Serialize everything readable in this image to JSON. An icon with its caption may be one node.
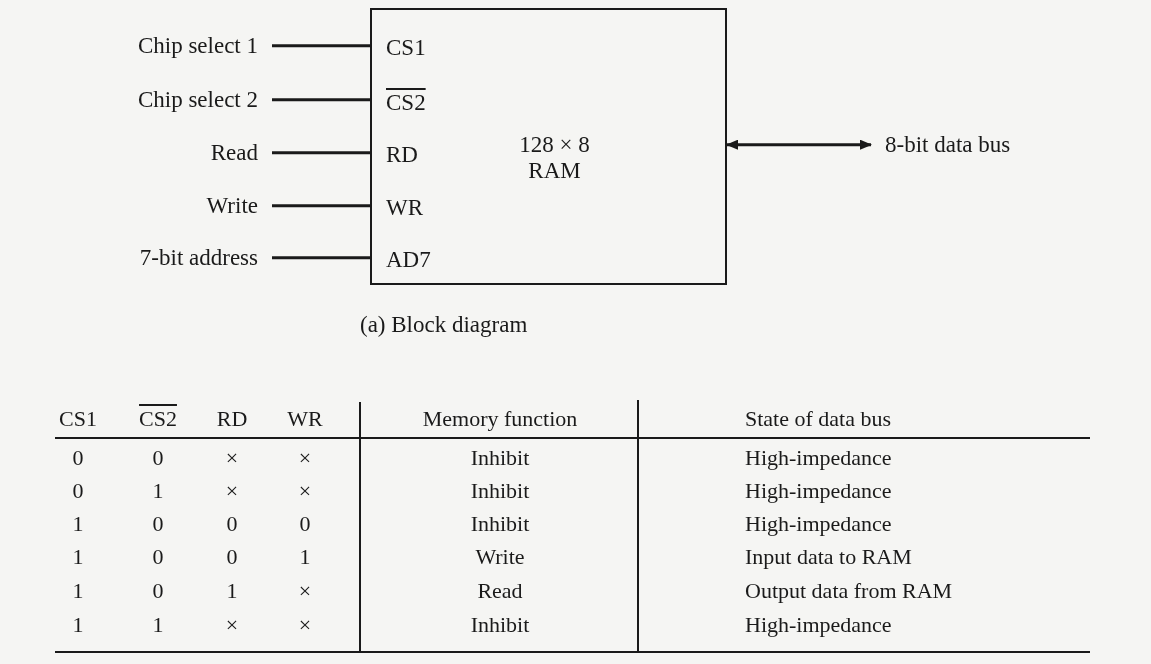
{
  "diagram": {
    "caption": "(a) Block diagram",
    "nodes": [
      {
        "text": [
          "Chip select 1"
        ]
      },
      {
        "text": [
          "Chip select 2"
        ]
      },
      {
        "text": [
          "Read"
        ]
      },
      {
        "text": [
          "Write"
        ]
      },
      {
        "text": [
          "7-bit address"
        ]
      },
      {
        "text": [
          "128 × 8 RAM"
        ]
      },
      {
        "text": [
          "CS1"
        ],
        "in": 5
      },
      {
        "text": [
          "CS2"
        ],
        "in": 5
      },
      {
        "text": [
          "RD"
        ],
        "in": 5
      },
      {
        "text": [
          "WR"
        ],
        "in": 5
      },
      {
        "text": [
          "AD7"
        ],
        "in": 5
      },
      {
        "text": [
          "8-bit data bus"
        ]
      }
    ],
    "edges": [
      {
        "from": 0,
        "to": 5,
        "arrow": "none"
      },
      {
        "from": 1,
        "to": 5,
        "arrow": "none"
      },
      {
        "from": 2,
        "to": 5,
        "arrow": "none"
      },
      {
        "from": 3,
        "to": 5,
        "arrow": "none"
      },
      {
        "from": 4,
        "to": 5,
        "arrow": "none"
      },
      {
        "from": 5,
        "to": 11,
        "arrow": "both"
      }
    ],
    "labels": [
      "CS1",
      "CS2",
      "RD",
      "WR",
      "Memory function",
      "State of data bus",
      "0",
      "0",
      "×",
      "×",
      "Inhibit",
      "High-impedance",
      "0",
      "1",
      "×",
      "×",
      "Inhibit",
      "High-impedance",
      "1",
      "0",
      "0",
      "0",
      "Inhibit",
      "High-impedance",
      "1",
      "0",
      "0",
      "1",
      "Write",
      "Input data to RAM",
      "1",
      "0",
      "1",
      "×",
      "Read",
      "Output data from RAM",
      "1",
      "1",
      "×",
      "×",
      "Inhibit",
      "High-impedance"
    ]
  }
}
